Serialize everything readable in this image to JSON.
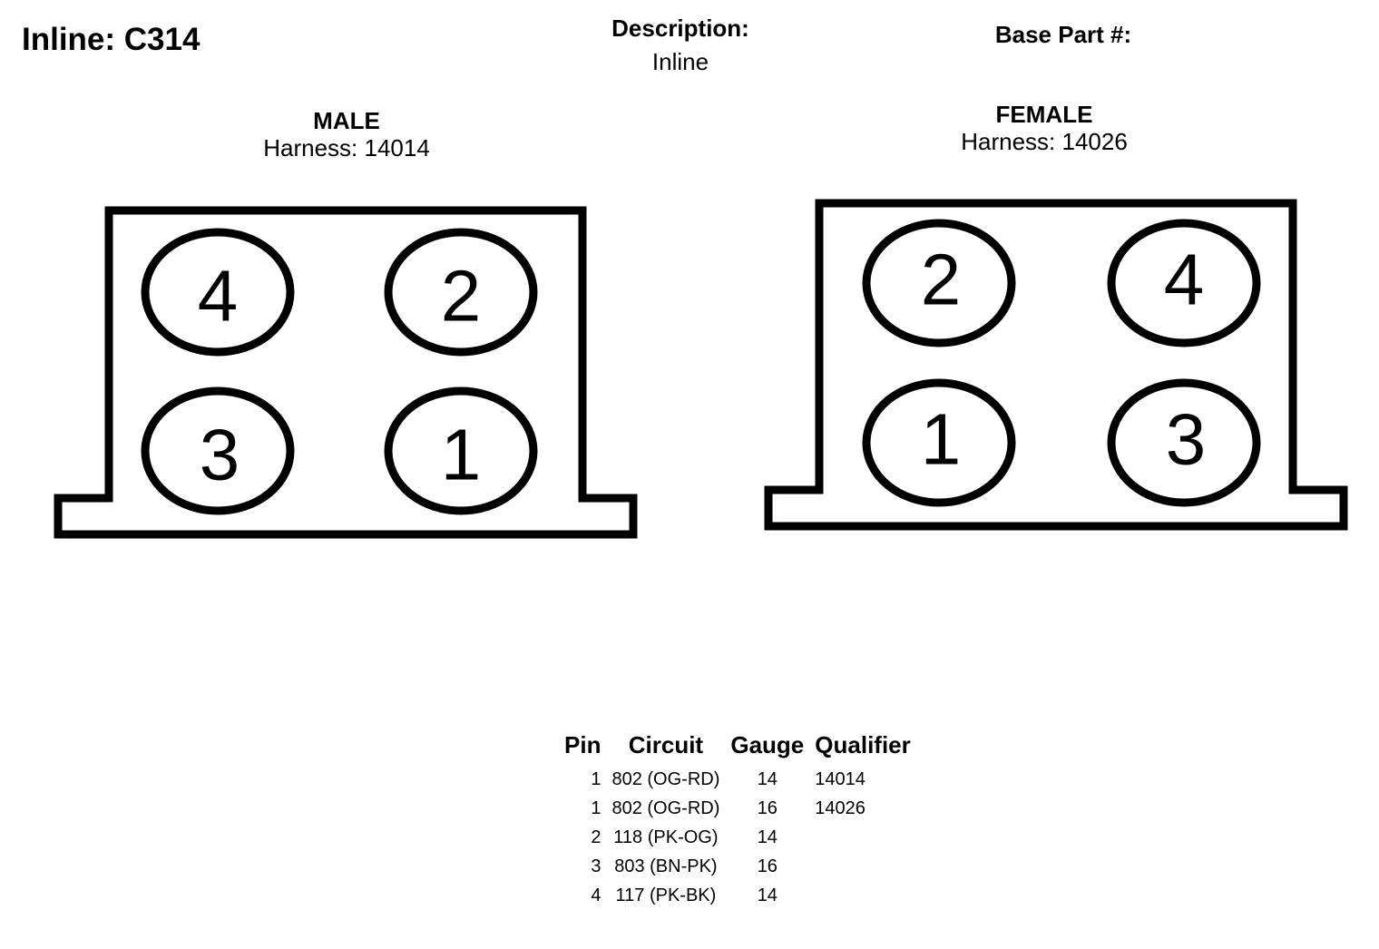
{
  "header": {
    "title": "Inline: C314",
    "description_label": "Description:",
    "description_value": "Inline",
    "base_part_label": "Base Part #:"
  },
  "male": {
    "gender": "MALE",
    "harness": "Harness: 14014",
    "pins": [
      "4",
      "2",
      "3",
      "1"
    ]
  },
  "female": {
    "gender": "FEMALE",
    "harness": "Harness: 14026",
    "pins": [
      "2",
      "4",
      "1",
      "3"
    ]
  },
  "table": {
    "headers": [
      "Pin",
      "Circuit",
      "Gauge",
      "Qualifier"
    ],
    "rows": [
      {
        "pin": "1",
        "circuit": "802 (OG-RD)",
        "gauge": "14",
        "qualifier": "14014"
      },
      {
        "pin": "1",
        "circuit": "802 (OG-RD)",
        "gauge": "16",
        "qualifier": "14026"
      },
      {
        "pin": "2",
        "circuit": "118 (PK-OG)",
        "gauge": "14",
        "qualifier": ""
      },
      {
        "pin": "3",
        "circuit": "803 (BN-PK)",
        "gauge": "16",
        "qualifier": ""
      },
      {
        "pin": "4",
        "circuit": "117 (PK-BK)",
        "gauge": "14",
        "qualifier": ""
      }
    ]
  }
}
